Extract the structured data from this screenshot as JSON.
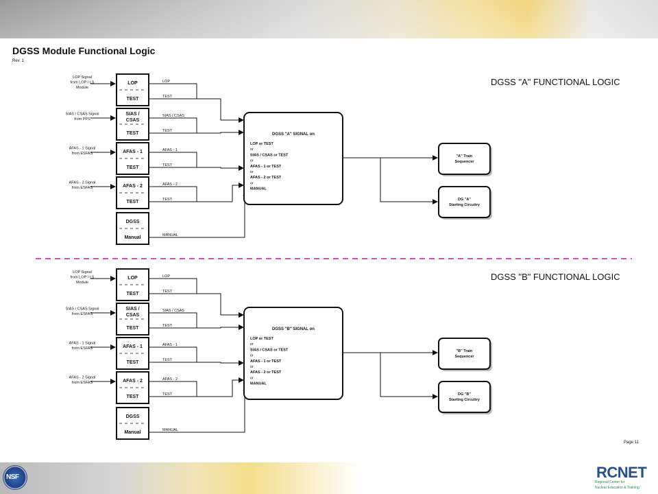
{
  "header": {
    "title": "DGSS Module Functional Logic",
    "revision": "Rev. 1"
  },
  "page": {
    "label": "Page 11"
  },
  "footer": {
    "nsf_label": "NSF",
    "rcnet_logo": "RCNET",
    "rcnet_sub1": "Regional Center for",
    "rcnet_sub2": "Nuclear Education & Training"
  },
  "sections": [
    {
      "heading": "DGSS \"A\" FUNCTIONAL LOGIC",
      "signals": [
        [
          "LOP Signal",
          "from LOP / LS",
          "Module"
        ],
        [
          "SIAS / CSAS Signal",
          "from PPS"
        ],
        [
          "AFAS - 1 Signal",
          "from ESFAS"
        ],
        [
          "AFAS - 2 Signal",
          "from ESFAS"
        ]
      ],
      "modules": [
        {
          "top": [
            "LOP"
          ],
          "bottom": "TEST",
          "out_top": "LOP",
          "out_bottom": "TEST"
        },
        {
          "top": [
            "SIAS /",
            "CSAS"
          ],
          "bottom": "TEST",
          "out_top": "SIAS / CSAS",
          "out_bottom": "TEST"
        },
        {
          "top": [
            "AFAS - 1"
          ],
          "bottom": "TEST",
          "out_top": "AFAS - 1",
          "out_bottom": "TEST"
        },
        {
          "top": [
            "AFAS - 2"
          ],
          "bottom": "TEST",
          "out_top": "AFAS - 2",
          "out_bottom": "TEST"
        },
        {
          "top": [
            "DGSS"
          ],
          "bottom": "Manual",
          "out_top": "",
          "out_bottom": "MANUAL"
        }
      ],
      "logic": {
        "title": "DGSS \"A\" SIGNAL on",
        "lines": [
          "LOP  or TEST",
          "or",
          "SIAS / CSAS or TEST",
          "or",
          "AFAS - 1 or TEST",
          "or",
          "AFAS - 2 or TEST",
          "or",
          "MANUAL"
        ]
      },
      "outputs": [
        [
          "\"A\" Train",
          "Sequencer"
        ],
        [
          "DG \"A\"",
          "Starting Circuitry"
        ]
      ]
    },
    {
      "heading": "DGSS \"B\" FUNCTIONAL LOGIC",
      "signals": [
        [
          "LOP Signal",
          "from LOP / LS",
          "Module"
        ],
        [
          "SIAS / CSAS Signal",
          "from ESFAS"
        ],
        [
          "AFAS - 1 Signal",
          "from ESFAS"
        ],
        [
          "AFAS - 2 Signal",
          "from ESFAS"
        ]
      ],
      "modules": [
        {
          "top": [
            "LOP"
          ],
          "bottom": "TEST",
          "out_top": "LOP",
          "out_bottom": "TEST"
        },
        {
          "top": [
            "SIAS /",
            "CSAS"
          ],
          "bottom": "TEST",
          "out_top": "SIAS / CSAS",
          "out_bottom": "TEST"
        },
        {
          "top": [
            "AFAS - 1"
          ],
          "bottom": "TEST",
          "out_top": "AFAS - 1",
          "out_bottom": "TEST"
        },
        {
          "top": [
            "AFAS - 2"
          ],
          "bottom": "TEST",
          "out_top": "AFAS - 2",
          "out_bottom": "TEST"
        },
        {
          "top": [
            "DGSS"
          ],
          "bottom": "Manual",
          "out_top": "",
          "out_bottom": "MANUAL"
        }
      ],
      "logic": {
        "title": "DGSS \"B\" SIGNAL on",
        "lines": [
          "LOP  or TEST",
          "or",
          "SIAS / CSAS or TEST",
          "or",
          "AFAS - 1 or TEST",
          "or",
          "AFAS - 2 or TEST",
          "or",
          "MANUAL"
        ]
      },
      "outputs": [
        [
          "\"B\" Train",
          "Sequencer"
        ],
        [
          "DG \"B\"",
          "Starting Circuitry"
        ]
      ]
    }
  ],
  "colors": {
    "divider": "#d14fc2",
    "line": "#111111"
  }
}
